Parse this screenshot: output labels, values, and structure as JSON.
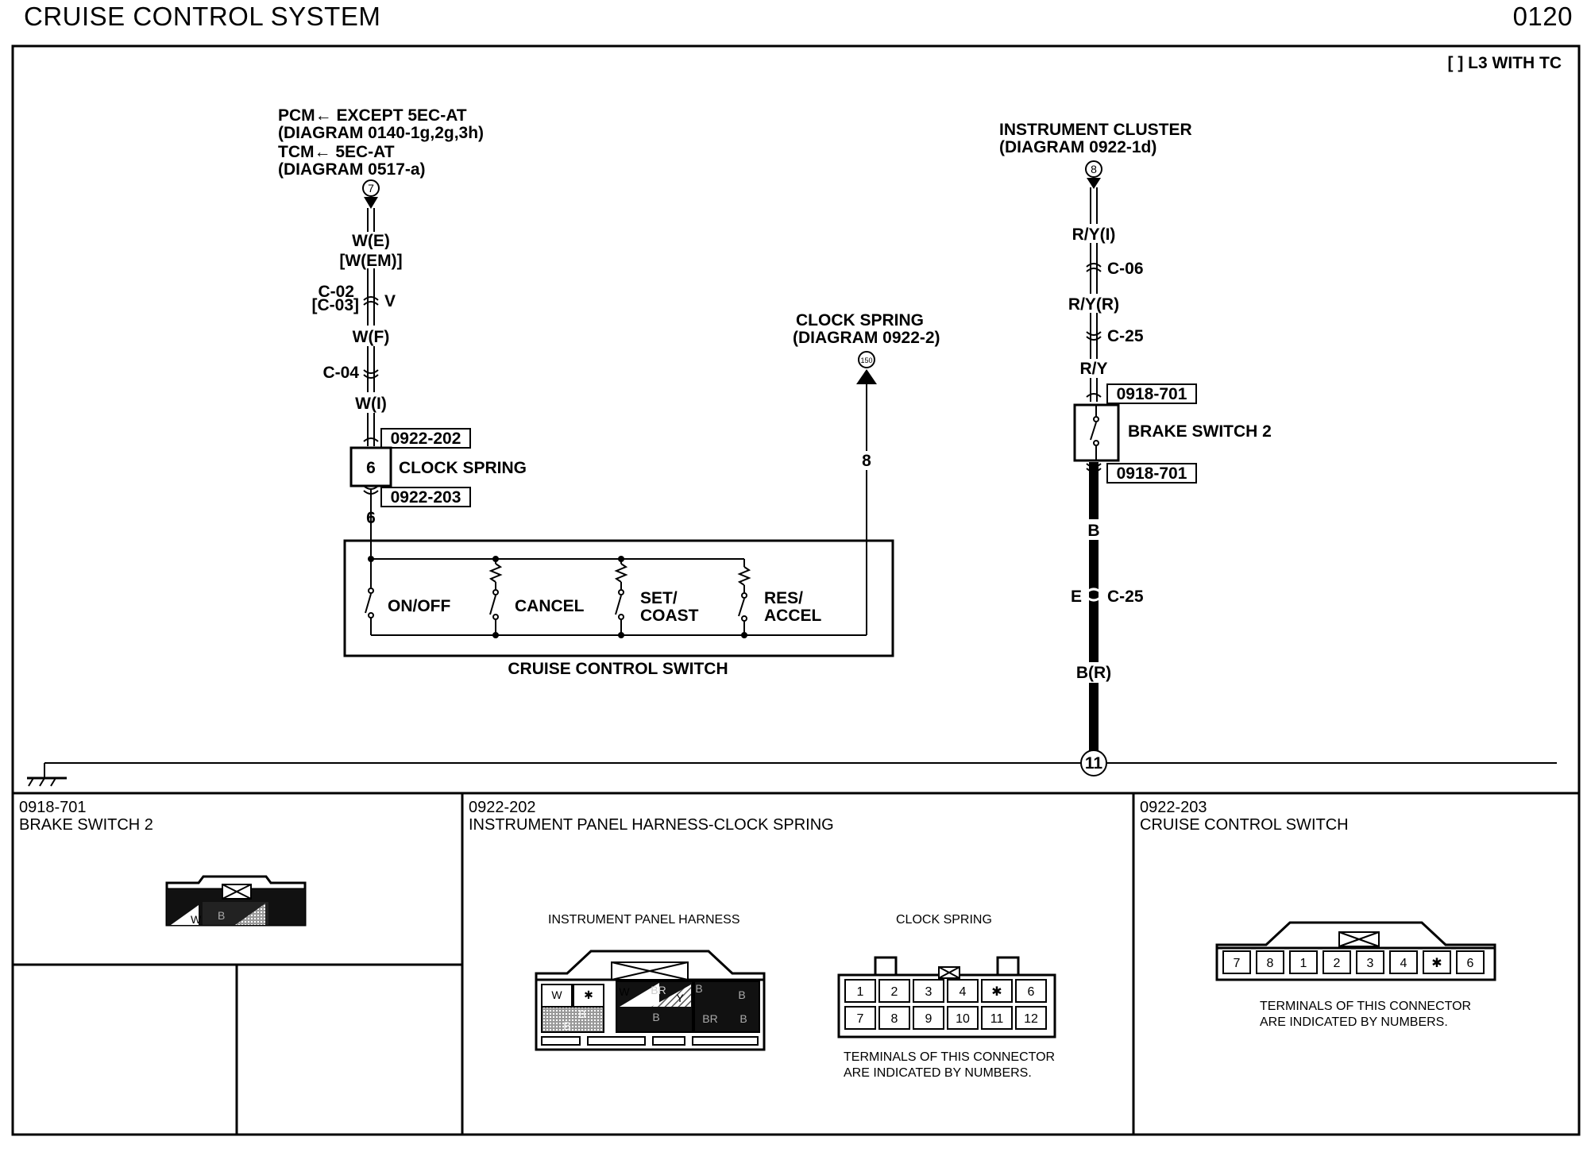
{
  "header": {
    "title": "CRUISE CONTROL SYSTEM",
    "page_number": "0120"
  },
  "note": "[ ] L3 WITH TC",
  "left_source": {
    "line1": "PCM← EXCEPT 5EC-AT",
    "line2": "(DIAGRAM 0140-1g,2g,3h)",
    "line3": "TCM← 5EC-AT",
    "line4": "(DIAGRAM 0517-a)",
    "terminal": "7"
  },
  "left_wire": {
    "w_e": "W(E)",
    "w_em": "[W(EM)]",
    "c02": "C-02",
    "c03": "[C-03]",
    "v": "V",
    "w_f": "W(F)",
    "c04": "C-04",
    "w_i": "W(I)",
    "conn_top": "0922-202",
    "cs_terminal": "6",
    "cs_label": "CLOCK SPRING",
    "conn_bottom": "0922-203",
    "wire_num": "6"
  },
  "clock_spring_ref": {
    "line1": "CLOCK SPRING",
    "line2": "(DIAGRAM 0922-2)",
    "terminal": "150",
    "wire_num": "8"
  },
  "switch_box": {
    "on_off": "ON/OFF",
    "cancel": "CANCEL",
    "set1": "SET/",
    "set2": "COAST",
    "res1": "RES/",
    "res2": "ACCEL",
    "title": "CRUISE CONTROL SWITCH"
  },
  "right_source": {
    "line1": "INSTRUMENT CLUSTER",
    "line2": "(DIAGRAM 0922-1d)",
    "terminal": "8"
  },
  "right_wire": {
    "ryi": "R/Y(I)",
    "c06": "C-06",
    "ryr": "R/Y(R)",
    "c25a": "C-25",
    "ry": "R/Y",
    "conn_top": "0918-701",
    "switch_label": "BRAKE SWITCH 2",
    "conn_bottom": "0918-701",
    "b": "B",
    "e": "E",
    "c25b": "C-25",
    "br": "B(R)",
    "ground_num": "11"
  },
  "panels": {
    "p1": {
      "code": "0918-701",
      "name": "BRAKE SWITCH 2",
      "pins": [
        "W",
        "B"
      ]
    },
    "p2": {
      "code": "0922-202",
      "name": "INSTRUMENT PANEL HARNESS-CLOCK SPRING",
      "harness_title": "INSTRUMENT PANEL HARNESS",
      "clock_title": "CLOCK SPRING",
      "harness_top": [
        "W",
        "✱",
        "W",
        "BR",
        "Y",
        "B"
      ],
      "harness_bottom": [
        "B",
        "B",
        "B",
        "B",
        "BR",
        "B"
      ],
      "clock_row1": [
        "1",
        "2",
        "3",
        "4",
        "✱",
        "6"
      ],
      "clock_row2": [
        "7",
        "8",
        "9",
        "10",
        "11",
        "12"
      ],
      "note1": "TERMINALS OF THIS CONNECTOR",
      "note2": "ARE INDICATED BY NUMBERS."
    },
    "p3": {
      "code": "0922-203",
      "name": "CRUISE CONTROL SWITCH",
      "pins": [
        "7",
        "8",
        "1",
        "2",
        "3",
        "4",
        "✱",
        "6"
      ],
      "note1": "TERMINALS OF THIS CONNECTOR",
      "note2": "ARE INDICATED BY NUMBERS."
    }
  }
}
